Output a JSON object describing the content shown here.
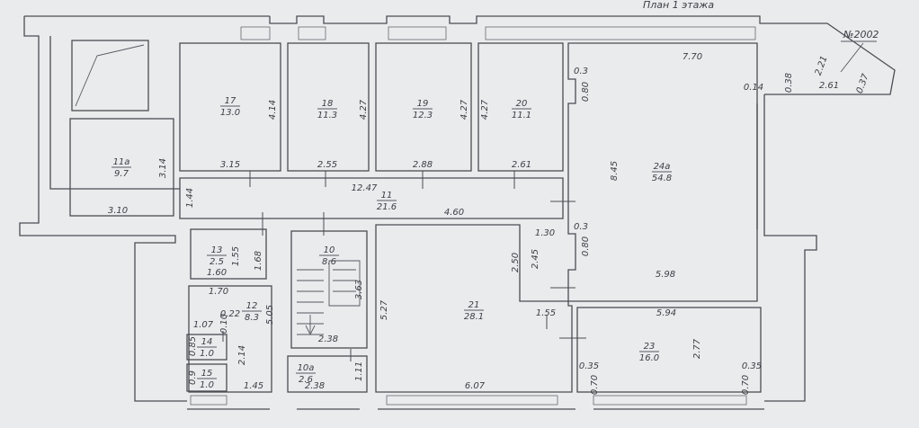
{
  "title": "План 1 этажа",
  "stamp": "№2002",
  "rooms": [
    {
      "id": "r17",
      "number": "17",
      "area": "13.0"
    },
    {
      "id": "r18",
      "number": "18",
      "area": "11.3"
    },
    {
      "id": "r19",
      "number": "19",
      "area": "12.3"
    },
    {
      "id": "r20",
      "number": "20",
      "area": "11.1"
    },
    {
      "id": "r24a",
      "number": "24а",
      "area": "54.8"
    },
    {
      "id": "r11a",
      "number": "11а",
      "area": "9.7"
    },
    {
      "id": "r11",
      "number": "11",
      "area": "21.6"
    },
    {
      "id": "r13",
      "number": "13",
      "area": "2.5"
    },
    {
      "id": "r10",
      "number": "10",
      "area": "8.6"
    },
    {
      "id": "r21",
      "number": "21",
      "area": "28.1"
    },
    {
      "id": "r12",
      "number": "12",
      "area": "8.3"
    },
    {
      "id": "r14",
      "number": "14",
      "area": "1.0"
    },
    {
      "id": "r15",
      "number": "15",
      "area": "1.0"
    },
    {
      "id": "r10a",
      "number": "10а",
      "area": "2.6"
    },
    {
      "id": "r23",
      "number": "23",
      "area": "16.0"
    }
  ],
  "dimensions": [
    {
      "id": "d-770",
      "text": "7.70"
    },
    {
      "id": "d-221",
      "text": "2.21"
    },
    {
      "id": "d-038",
      "text": "0.38"
    },
    {
      "id": "d-037",
      "text": "0.37"
    },
    {
      "id": "d-261",
      "text": "2.61"
    },
    {
      "id": "d-014",
      "text": "0.14"
    },
    {
      "id": "d-414",
      "text": "4.14"
    },
    {
      "id": "d-427a",
      "text": "4.27"
    },
    {
      "id": "d-427b",
      "text": "4.27"
    },
    {
      "id": "d-427c",
      "text": "4.27"
    },
    {
      "id": "d-03a",
      "text": "0.3"
    },
    {
      "id": "d-080a",
      "text": "0.80"
    },
    {
      "id": "d-845",
      "text": "8.45"
    },
    {
      "id": "d-314",
      "text": "3.14"
    },
    {
      "id": "d-315",
      "text": "3.15"
    },
    {
      "id": "d-255",
      "text": "2.55"
    },
    {
      "id": "d-288",
      "text": "2.88"
    },
    {
      "id": "d-261b",
      "text": "2.61"
    },
    {
      "id": "d-1247",
      "text": "12.47"
    },
    {
      "id": "d-144",
      "text": "1.44"
    },
    {
      "id": "d-310",
      "text": "3.10"
    },
    {
      "id": "d-460",
      "text": "4.60"
    },
    {
      "id": "d-03b",
      "text": "0.3"
    },
    {
      "id": "d-130",
      "text": "1.30"
    },
    {
      "id": "d-080b",
      "text": "0.80"
    },
    {
      "id": "d-155a",
      "text": "1.55"
    },
    {
      "id": "d-168",
      "text": "1.68"
    },
    {
      "id": "d-160",
      "text": "1.60"
    },
    {
      "id": "d-363",
      "text": "3.63"
    },
    {
      "id": "d-250",
      "text": "2.50"
    },
    {
      "id": "d-245",
      "text": "2.45"
    },
    {
      "id": "d-598",
      "text": "5.98"
    },
    {
      "id": "d-170",
      "text": "1.70"
    },
    {
      "id": "d-022",
      "text": "0.22"
    },
    {
      "id": "d-010",
      "text": "0.10"
    },
    {
      "id": "d-107",
      "text": "1.07"
    },
    {
      "id": "d-505",
      "text": "5.05"
    },
    {
      "id": "d-527",
      "text": "5.27"
    },
    {
      "id": "d-155b",
      "text": "1.55"
    },
    {
      "id": "d-594",
      "text": "5.94"
    },
    {
      "id": "d-085",
      "text": "0.85"
    },
    {
      "id": "d-214",
      "text": "2.14"
    },
    {
      "id": "d-238a",
      "text": "2.38"
    },
    {
      "id": "d-277",
      "text": "2.77"
    },
    {
      "id": "d-09",
      "text": "0.9"
    },
    {
      "id": "d-111",
      "text": "1.11"
    },
    {
      "id": "d-035a",
      "text": "0.35"
    },
    {
      "id": "d-035b",
      "text": "0.35"
    },
    {
      "id": "d-070a",
      "text": "0.70"
    },
    {
      "id": "d-070b",
      "text": "0.70"
    },
    {
      "id": "d-145",
      "text": "1.45"
    },
    {
      "id": "d-238b",
      "text": "2.38"
    },
    {
      "id": "d-607",
      "text": "6.07"
    }
  ]
}
